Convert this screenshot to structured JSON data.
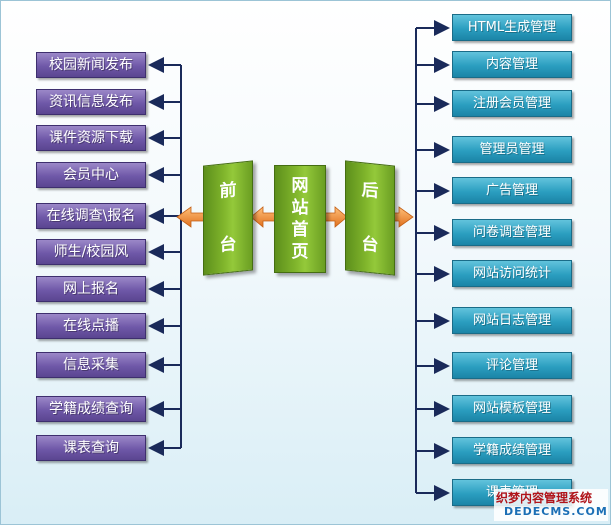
{
  "left_items": [
    "校园新闻发布",
    "资讯信息发布",
    "课件资源下载",
    "会员中心",
    "在线调查\\报名",
    "师生/校园风",
    "网上报名",
    "在线点播",
    "信息采集",
    "学籍成绩查询",
    "课表查询"
  ],
  "right_items": [
    "HTML生成管理",
    "内容管理",
    "注册会员管理",
    "管理员管理",
    "广告管理",
    "问卷调查管理",
    "网站访问统计",
    "网站日志管理",
    "评论管理",
    "网站模板管理",
    "学籍成绩管理",
    "课表管理"
  ],
  "center": {
    "front": [
      "前",
      "台"
    ],
    "home": [
      "网",
      "站",
      "首",
      "页"
    ],
    "back": [
      "后",
      "台"
    ]
  },
  "watermark": {
    "cn": "织梦内容管理系统",
    "en": "DEDECMS.COM"
  },
  "colors": {
    "left_box": "#6f58a8",
    "right_box": "#2b9ec0",
    "center_book": "#7fb42b",
    "arrow": "#f08a3c",
    "connector": "#1a2a5a"
  }
}
